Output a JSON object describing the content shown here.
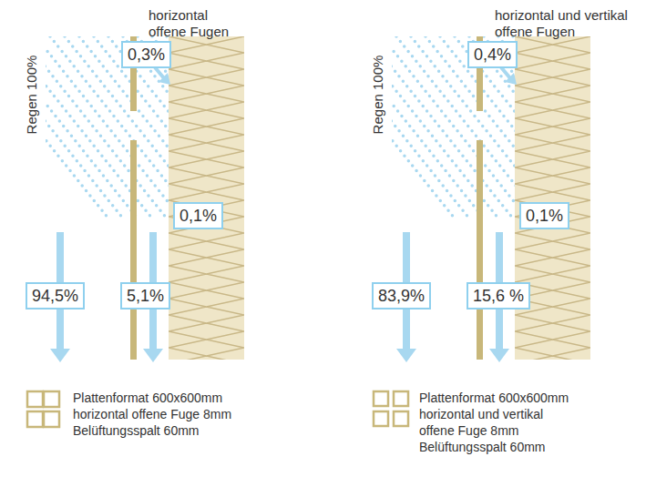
{
  "diagram": {
    "nodes": [
      {
        "text": [
          "0,3%"
        ]
      },
      {
        "text": [
          "0,1%"
        ]
      },
      {
        "text": [
          "94,5%"
        ]
      },
      {
        "text": [
          "5,1%"
        ]
      },
      {
        "text": [
          "0,4%"
        ]
      },
      {
        "text": [
          "0,1%"
        ]
      },
      {
        "text": [
          "83,9%"
        ]
      },
      {
        "text": [
          "15,6 %"
        ]
      }
    ],
    "labels": [
      "horizontal offene Fugen",
      "Regen 100%",
      "horizontal und vertikal offene Fugen",
      "Regen 100%"
    ],
    "legend": [
      {
        "text": "Plattenformat 600x600mm horizontal offene Fuge 8mm Belüftungsspalt 60mm"
      },
      {
        "text": "Plattenformat 600x600mm horizontal und vertikal offene Fuge 8mm Belüftungsspalt 60mm"
      }
    ]
  }
}
